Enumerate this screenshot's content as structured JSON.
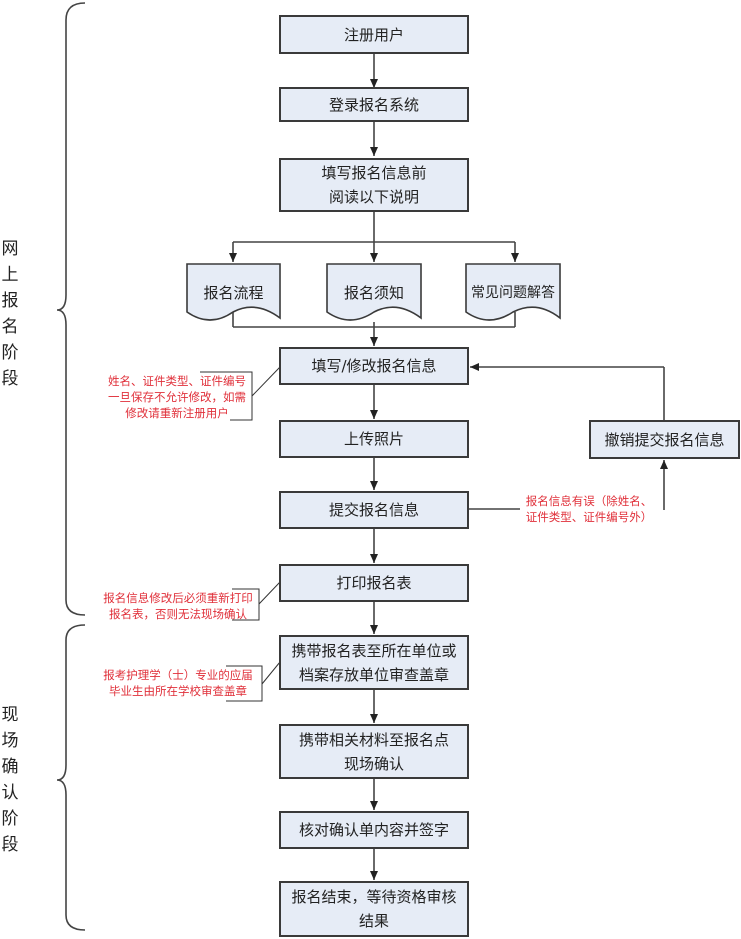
{
  "phases": {
    "online": "网上报名阶段",
    "onsite": "现场确认阶段"
  },
  "steps": {
    "register": "注册用户",
    "login": "登录报名系统",
    "read_before": [
      "填写报名信息前",
      "阅读以下说明"
    ],
    "fill_modify": "填写/修改报名信息",
    "upload_photo": "上传照片",
    "submit": "提交报名信息",
    "print_form": "打印报名表",
    "take_form": [
      "携带报名表至所在单位或",
      "档案存放单位审查盖章"
    ],
    "take_materials": [
      "携带相关材料至报名点",
      "现场确认"
    ],
    "verify_sign": "核对确认单内容并签字",
    "finish": [
      "报名结束，等待资格审核",
      "结果"
    ],
    "cancel_submit": "撤销提交报名信息"
  },
  "documents": {
    "process": "报名流程",
    "notice": "报名须知",
    "faq": "常见问题解答"
  },
  "notes": {
    "name_id": [
      "姓名、证件类型、证件编号",
      "一旦保存不允许修改，如需",
      "修改请重新注册用户"
    ],
    "info_error": [
      "报名信息有误（除姓名、",
      "证件类型、证件编号外）"
    ],
    "reprint": [
      "报名信息修改后必须重新打印",
      "报名表，否则无法现场确认"
    ],
    "nursing": [
      "报考护理学（士）专业的应届",
      "毕业生由所在学校审查盖章"
    ]
  },
  "colors": {
    "box_fill": "#e6ecf6",
    "stroke": "#3a3a3a",
    "note_text": "#e0303a"
  }
}
